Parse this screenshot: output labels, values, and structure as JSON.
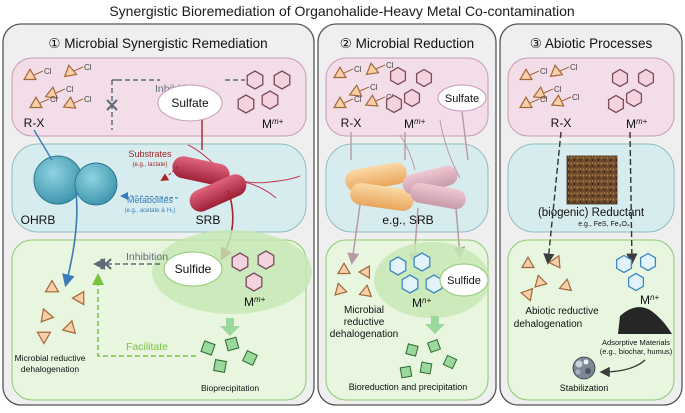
{
  "title": "Synergistic Bioremediation of Organohalide-Heavy Metal Co-contamination",
  "panels": [
    {
      "heading": "① Microbial Synergistic Remediation",
      "rx": "R-X",
      "metal_base": "M",
      "metal_sup": "m+",
      "sulfate": "Sulfate",
      "inhibition_top": "Inhibition",
      "ohrb": "OHRB",
      "srb": "SRB",
      "substrates": "Substrates",
      "substrates_eg": "(e.g., lactate)",
      "metabolites": "Metabolites",
      "metabolites_eg": "(e.g., acetate & H₂)",
      "inhibition_bottom": "Inhibition",
      "sulfide": "Sulfide",
      "facilitate": "Facilitate",
      "dehal_line1": "Microbial reductive",
      "dehal_line2": "dehalogenation",
      "bioprecip": "Bioprecipitation"
    },
    {
      "heading": "② Microbial Reduction",
      "rx": "R-X",
      "metal_base": "M",
      "metal_sup": "m+",
      "sulfate": "Sulfate",
      "eg_srb": "e.g., SRB",
      "dehal_line1": "Microbial",
      "dehal_line2": "reductive",
      "dehal_line3": "dehalogenation",
      "metal_n_base": "M",
      "metal_n_sup": "n+",
      "sulfide": "Sulfide",
      "bioreduction": "Bioreduction and precipitation"
    },
    {
      "heading": "③ Abiotic Processes",
      "rx": "R-X",
      "metal_base": "M",
      "metal_sup": "m+",
      "reductant": "(biogenic) Reductant",
      "reductant_eg": "e.g., FeS,  Fe₃O₄",
      "dehal_line1": "Abiotic reductive",
      "dehal_line2": "dehalogenation",
      "metal_n_base": "M",
      "metal_n_sup": "n+",
      "adsorptive_line1": "Adsorptive Materials",
      "adsorptive_line2": "(e.g., biochar, humus)",
      "stabilization": "Stabilization"
    }
  ],
  "molecule_label": "Cl",
  "colors": {
    "top_band": "#f3dde8",
    "top_band_stroke": "#c89bb6",
    "mid_band": "#d7ecee",
    "mid_band_stroke": "#8fbcc3",
    "bottom_band": "#e8f5df",
    "bottom_band_stroke": "#8fca6f",
    "panel_bg": "#efefef",
    "panel_stroke": "#555555",
    "triangle_fill": "#f7d0a9",
    "triangle_stroke": "#a2683a",
    "hexagon_fill": "#f4d3de",
    "hexagon_stroke": "#7a4a5e",
    "hexagon_blue_fill": "#e3f3fb",
    "hexagon_blue_stroke": "#3b88c4",
    "square_fill": "#9ad99b",
    "square_stroke": "#2c6a31",
    "ohrb": "#56b3c9",
    "srb": "#c43a55",
    "sulfide_cloud": "#c7e8b6",
    "arrow_blue": "#3a7cb8",
    "arrow_red": "#a8242a",
    "arrow_grey": "#5e6b77",
    "arrow_green": "#76c43e",
    "arrow_mauve": "#b89aa4"
  }
}
